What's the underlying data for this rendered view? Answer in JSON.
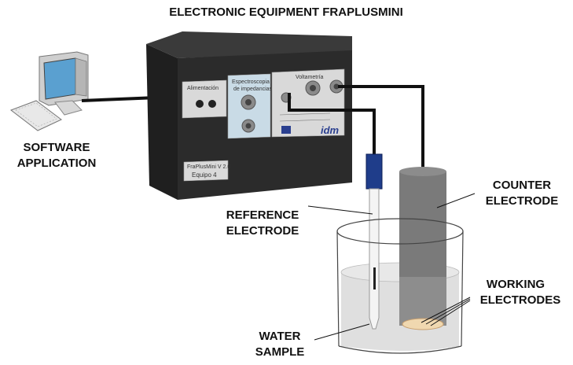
{
  "title": "ELECTRONIC EQUIPMENT FRAPLUSMINI",
  "labels": {
    "software_line1": "SOFTWARE",
    "software_line2": "APPLICATION",
    "reference_line1": "REFERENCE",
    "reference_line2": "ELECTRODE",
    "counter_line1": "COUNTER",
    "counter_line2": "ELECTRODE",
    "working_line1": "WORKING",
    "working_line2": "ELECTRODES",
    "water_line1": "WATER",
    "water_line2": "SAMPLE"
  },
  "device": {
    "section_power": "Alimentación",
    "section_spectro_line1": "Espectroscopia",
    "section_spectro_line2": "de impedancias",
    "section_volt": "Voltametría",
    "model_label": "FraPlusMini V 2.0",
    "equipo_label": "Equipo 4",
    "logo_text": "idm"
  },
  "colors": {
    "device_body": "#2b2b2b",
    "panel": "#d9d9d9",
    "spectro_panel": "#c9dbe6",
    "counter_electrode": "#7a7a7a",
    "reference_cap": "#1f3d8a",
    "water": "#dcdcdc",
    "cable": "#111111"
  },
  "icons": [
    "computer-icon",
    "keyboard-icon"
  ]
}
